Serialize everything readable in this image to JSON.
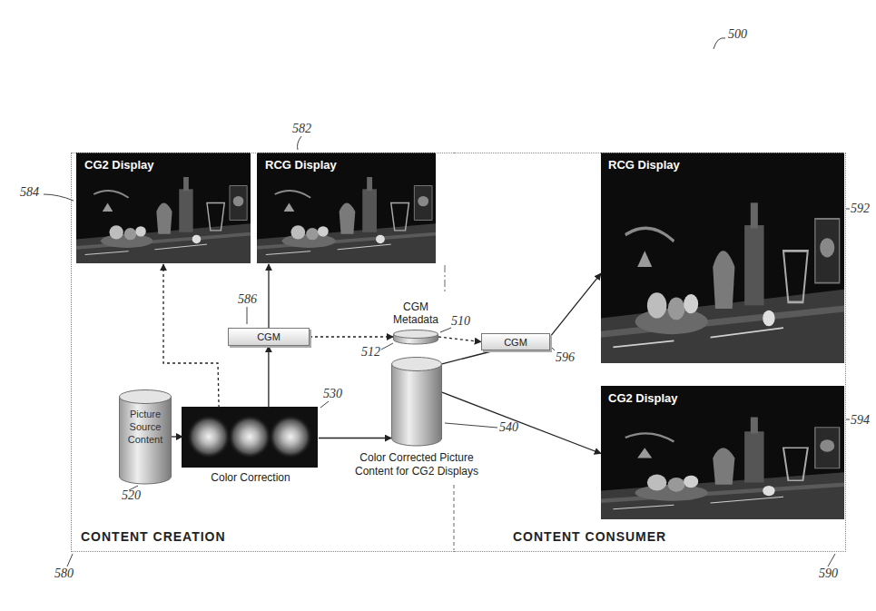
{
  "diagram": {
    "nodes": [
      {
        "text": [
          "CONTENT CREATION"
        ]
      },
      {
        "text": [
          "CONTENT CONSUMER"
        ]
      },
      {
        "text": [
          "CG2 Display"
        ],
        "in": 0
      },
      {
        "text": [
          "RCG Display"
        ],
        "in": 0
      },
      {
        "text": [
          "CGM"
        ],
        "in": 0
      },
      {
        "text": [
          "CGM Metadata"
        ],
        "in": 0
      },
      {
        "text": [
          "Picture Source Content"
        ],
        "in": 0
      },
      {
        "text": [
          "Color Correction"
        ],
        "in": 0
      },
      {
        "text": [
          "Color Corrected Picture Content for CG2 Displays"
        ],
        "in": 0
      },
      {
        "text": [
          "RCG Display"
        ],
        "in": 1
      },
      {
        "text": [
          "CGM"
        ],
        "in": 1
      },
      {
        "text": [
          "CG2 Display"
        ],
        "in": 1
      }
    ],
    "edges": [
      {
        "from": 6,
        "to": 7,
        "arrow": "to"
      },
      {
        "from": 7,
        "to": 8,
        "arrow": "to"
      },
      {
        "from": 7,
        "to": 4,
        "arrow": "to"
      },
      {
        "from": 4,
        "to": 3,
        "arrow": "to"
      },
      {
        "from": 7,
        "to": 2,
        "arrow": "to"
      },
      {
        "from": 4,
        "to": 5,
        "arrow": "to"
      },
      {
        "from": 5,
        "to": 10,
        "arrow": "to"
      },
      {
        "from": 8,
        "to": 10,
        "arrow": "none"
      },
      {
        "from": 10,
        "to": 9,
        "arrow": "to"
      },
      {
        "from": 8,
        "to": 11,
        "arrow": "to"
      }
    ],
    "labels": [
      "500",
      "582",
      "584",
      "586",
      "510",
      "512",
      "592",
      "596",
      "530",
      "540",
      "594",
      "520",
      "580",
      "590"
    ]
  }
}
